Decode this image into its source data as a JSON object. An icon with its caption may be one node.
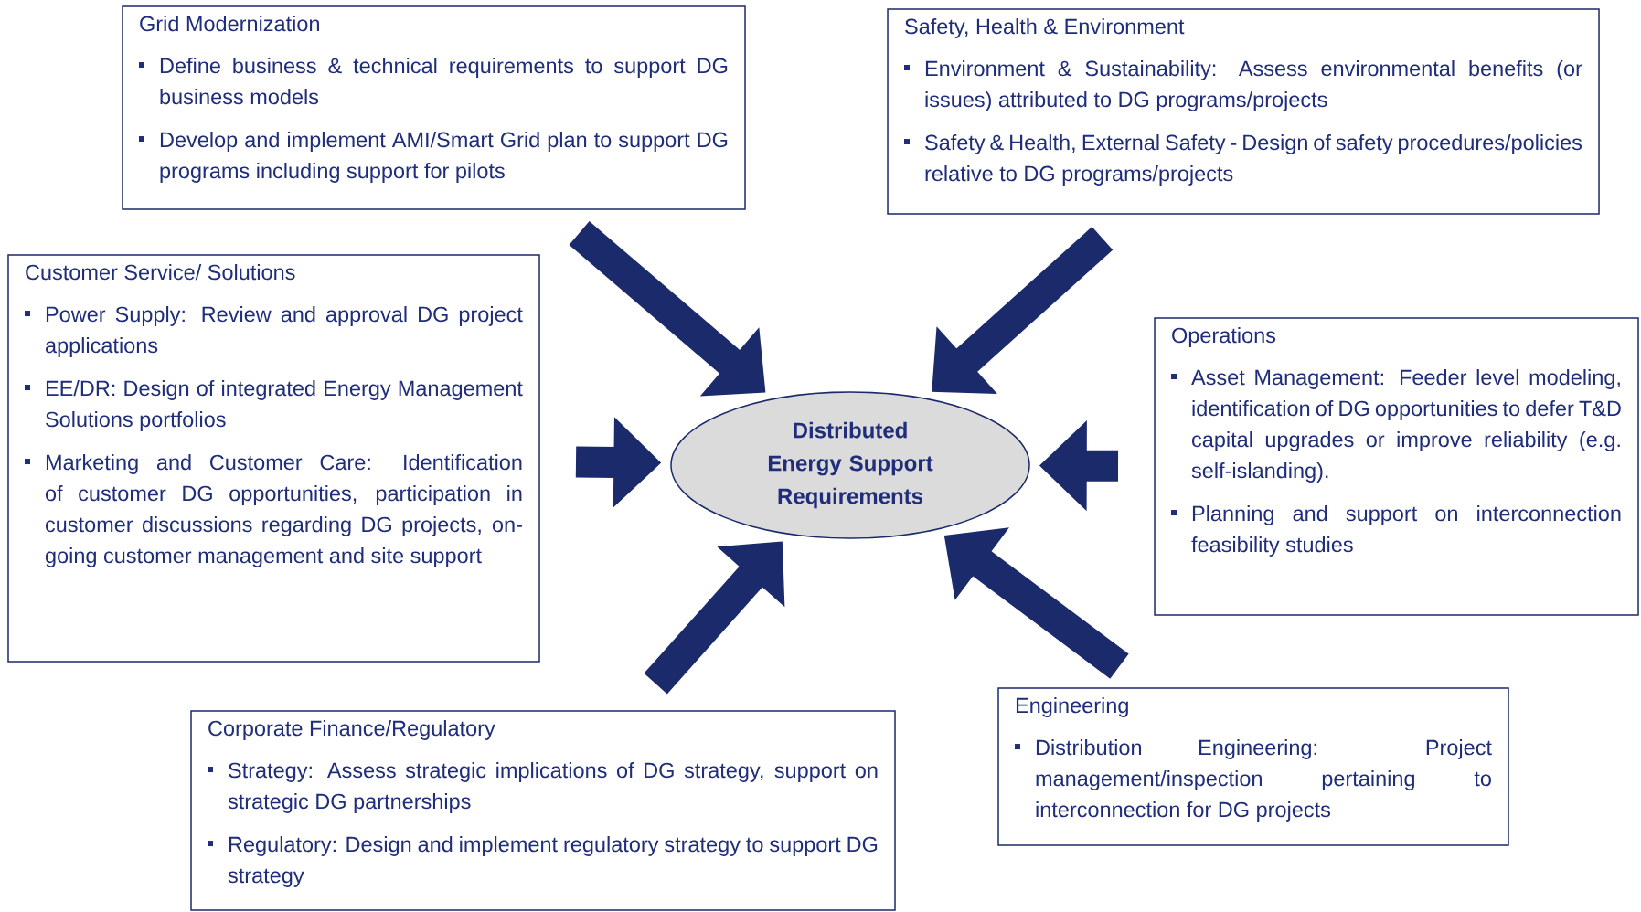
{
  "diagram": {
    "nodes": [
      {
        "text": [
          "Grid Modernization",
          "Define business & technical requirements to support DG business models",
          "Develop and implement AMI/Smart Grid plan to support DG programs including support for pilots"
        ]
      },
      {
        "text": [
          "Safety, Health & Environment",
          "Environment & Sustainability:  Assess environmental benefits (or issues) attributed to DG programs/projects",
          "Safety & Health, External Safety -  Design of safety procedures/policies relative to DG programs/projects"
        ]
      },
      {
        "text": [
          "Customer Service/ Solutions",
          "Power Supply:  Review and approval DG project applications",
          "EE/DR: Design of  integrated Energy Management Solutions portfolios",
          "Marketing and Customer Care: Identification of customer DG opportunities, participation in customer discussions regarding DG projects,  on-going customer management and site support"
        ]
      },
      {
        "text": [
          "Distributed Energy Support Requirements"
        ]
      },
      {
        "text": [
          "Operations",
          "Asset Management: Feeder level modeling, identification of  DG opportunities to defer T&D capital upgrades or improve reliability (e.g. self-islanding).",
          "Planning and support on interconnection feasibility studies"
        ]
      },
      {
        "text": [
          "Engineering",
          "Distribution Engineering:  Project management/inspection pertaining to interconnection for DG projects"
        ]
      },
      {
        "text": [
          "Corporate Finance/Regulatory",
          "Strategy:  Assess strategic implications of DG strategy, support on strategic DG partnerships",
          "Regulatory: Design and implement regulatory strategy to support DG strategy"
        ]
      }
    ],
    "edges": [
      {
        "from": 0,
        "to": 3,
        "arrow": "to"
      },
      {
        "from": 1,
        "to": 3,
        "arrow": "to"
      },
      {
        "from": 2,
        "to": 3,
        "arrow": "to"
      },
      {
        "from": 4,
        "to": 3,
        "arrow": "to"
      },
      {
        "from": 6,
        "to": 3,
        "arrow": "to"
      },
      {
        "from": 5,
        "to": 3,
        "arrow": "to"
      }
    ]
  }
}
